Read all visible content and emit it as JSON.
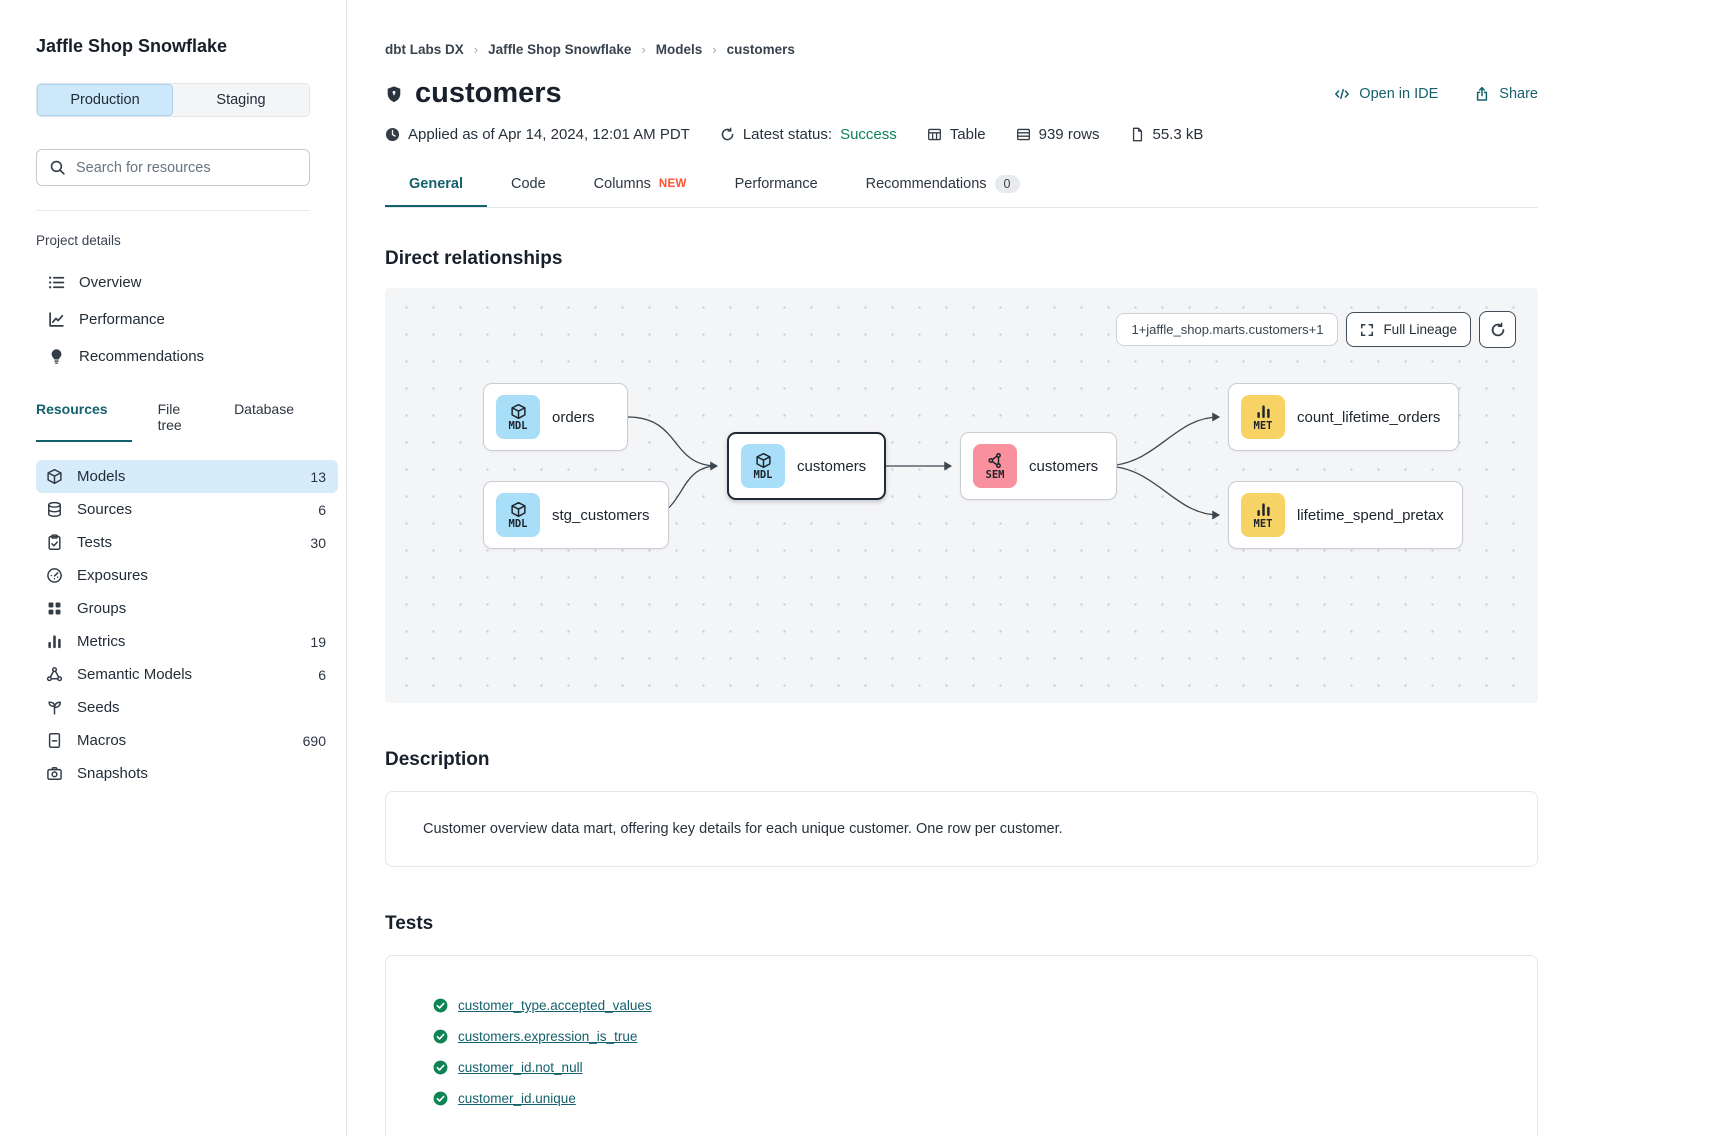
{
  "sidebar": {
    "project_title": "Jaffle Shop Snowflake",
    "env_tabs": {
      "production": "Production",
      "staging": "Staging"
    },
    "search_placeholder": "Search for resources",
    "project_details_label": "Project details",
    "project_links": [
      {
        "label": "Overview",
        "icon": "list-icon"
      },
      {
        "label": "Performance",
        "icon": "chart-line-icon"
      },
      {
        "label": "Recommendations",
        "icon": "lightbulb-icon"
      }
    ],
    "tabs": [
      {
        "label": "Resources",
        "active": true
      },
      {
        "label": "File tree",
        "active": false
      },
      {
        "label": "Database",
        "active": false
      }
    ],
    "resources": [
      {
        "label": "Models",
        "count": "13",
        "icon": "cube-icon",
        "selected": true
      },
      {
        "label": "Sources",
        "count": "6",
        "icon": "database-icon"
      },
      {
        "label": "Tests",
        "count": "30",
        "icon": "clipboard-check-icon"
      },
      {
        "label": "Exposures",
        "count": "",
        "icon": "gauge-icon"
      },
      {
        "label": "Groups",
        "count": "",
        "icon": "grid-icon"
      },
      {
        "label": "Metrics",
        "count": "19",
        "icon": "bar-chart-icon"
      },
      {
        "label": "Semantic Models",
        "count": "6",
        "icon": "share-network-icon"
      },
      {
        "label": "Seeds",
        "count": "",
        "icon": "seedling-icon"
      },
      {
        "label": "Macros",
        "count": "690",
        "icon": "document-icon"
      },
      {
        "label": "Snapshots",
        "count": "",
        "icon": "camera-icon"
      }
    ]
  },
  "header": {
    "breadcrumb": [
      "dbt Labs DX",
      "Jaffle Shop Snowflake",
      "Models",
      "customers"
    ],
    "title": "customers",
    "open_in_ide_label": "Open in IDE",
    "share_label": "Share",
    "meta": {
      "applied": "Applied as of Apr 14, 2024, 12:01 AM PDT",
      "status_label": "Latest status:",
      "status_value": "Success",
      "materialization": "Table",
      "rows": "939 rows",
      "size": "55.3 kB"
    },
    "tabs": [
      {
        "label": "General",
        "active": true
      },
      {
        "label": "Code"
      },
      {
        "label": "Columns",
        "badge": "NEW"
      },
      {
        "label": "Performance"
      },
      {
        "label": "Recommendations",
        "count": "0"
      }
    ]
  },
  "lineage": {
    "section_title": "Direct relationships",
    "selector_value": "1+jaffle_shop.marts.customers+1",
    "full_lineage_label": "Full Lineage",
    "nodes": [
      {
        "label": "orders",
        "type": "MDL"
      },
      {
        "label": "stg_customers",
        "type": "MDL"
      },
      {
        "label": "customers",
        "type": "MDL",
        "selected": true
      },
      {
        "label": "customers",
        "type": "SEM"
      },
      {
        "label": "count_lifetime_orders",
        "type": "MET"
      },
      {
        "label": "lifetime_spend_pretax",
        "type": "MET"
      }
    ]
  },
  "description": {
    "section_title": "Description",
    "text": "Customer overview data mart, offering key details for each unique customer. One row per customer."
  },
  "tests": {
    "section_title": "Tests",
    "items": [
      "customer_type.accepted_values",
      "customers.expression_is_true",
      "customer_id.not_null",
      "customer_id.unique"
    ]
  },
  "colors": {
    "accent_teal": "#14616d",
    "success_green": "#0e8455",
    "new_badge_orange": "#ff4f2e",
    "selected_row_blue": "#d7ecfb",
    "model_icon_blue": "#a8def7",
    "semantic_icon_pink": "#f8919d",
    "metric_icon_yellow": "#f7d366",
    "canvas_gray": "#f4f5f7"
  }
}
